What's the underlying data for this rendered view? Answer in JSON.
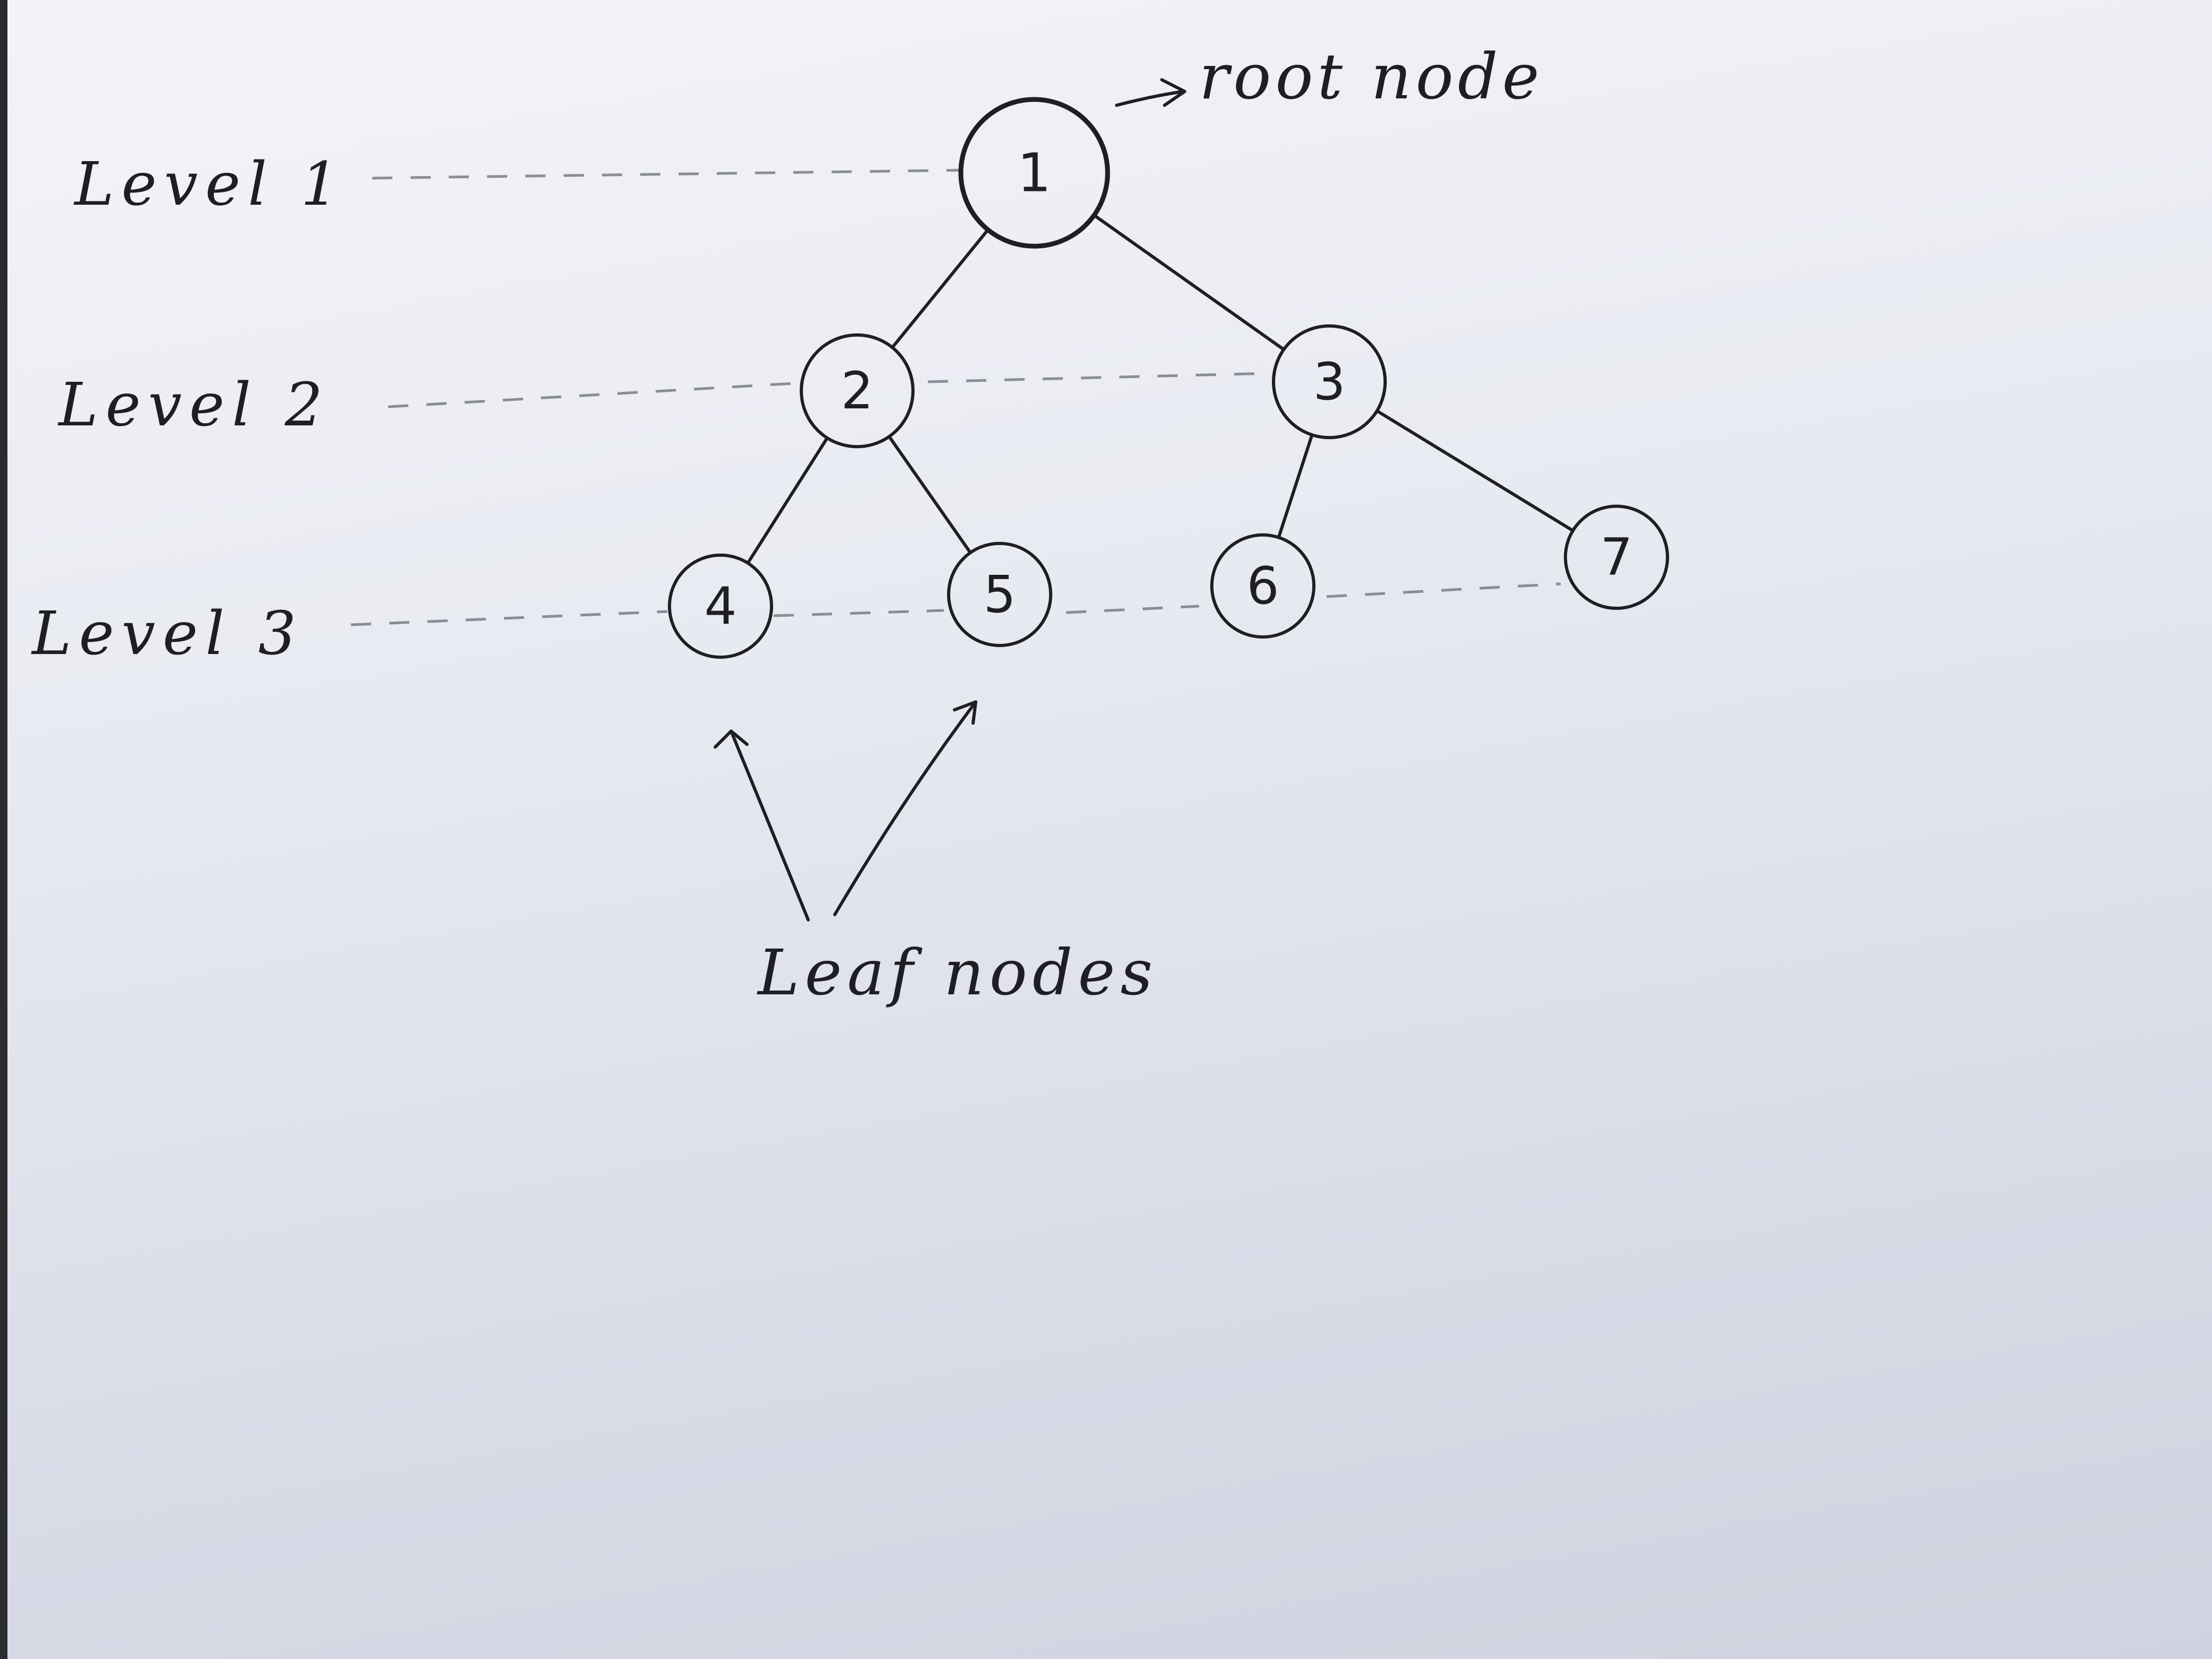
{
  "annotations": {
    "root_label": "root node",
    "leaf_label": "Leaf nodes"
  },
  "levels": [
    {
      "label": "Level 1"
    },
    {
      "label": "Level 2"
    },
    {
      "label": "Level 3"
    }
  ],
  "tree": {
    "nodes": [
      "1",
      "2",
      "3",
      "4",
      "5",
      "6",
      "7"
    ],
    "edges": [
      [
        "1",
        "2"
      ],
      [
        "1",
        "3"
      ],
      [
        "2",
        "4"
      ],
      [
        "2",
        "5"
      ],
      [
        "3",
        "6"
      ],
      [
        "3",
        "7"
      ]
    ]
  },
  "colors": {
    "ink": "#1e1e24",
    "paper": "#eceef4",
    "dash": "#8a8c96"
  }
}
